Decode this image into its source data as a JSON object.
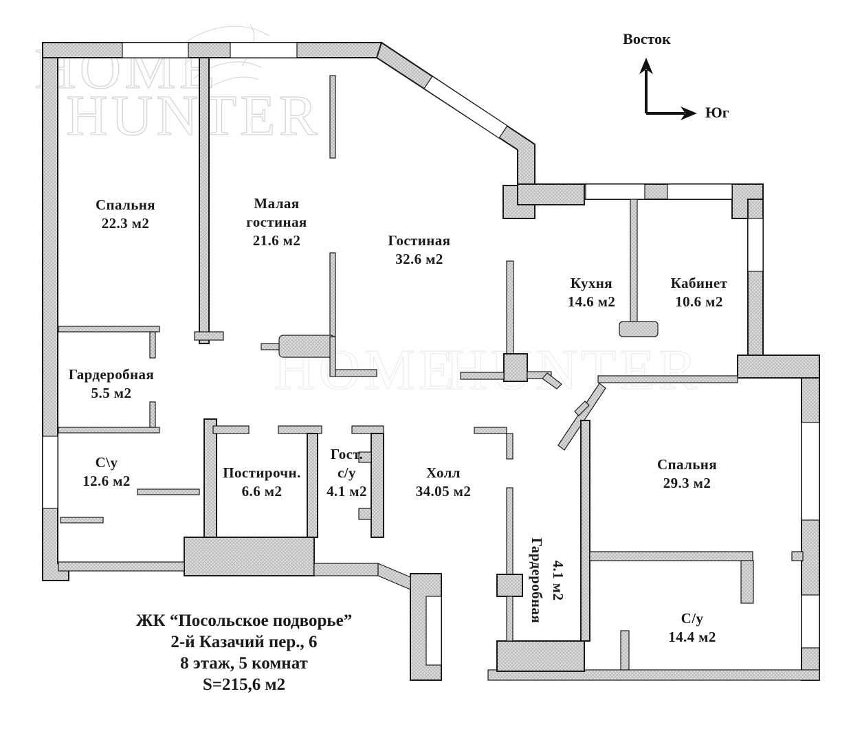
{
  "watermark": {
    "line1": "HOME",
    "line2": "HUNTER"
  },
  "compass": {
    "up": "Восток",
    "right": "Юг"
  },
  "rooms": [
    {
      "id": "bedroom-1",
      "lines": [
        "Спальня",
        "22.3 м2"
      ]
    },
    {
      "id": "small-living",
      "lines": [
        "Малая",
        "гостиная",
        "21.6 м2"
      ]
    },
    {
      "id": "living",
      "lines": [
        "Гостиная",
        "32.6 м2"
      ]
    },
    {
      "id": "kitchen",
      "lines": [
        "Кухня",
        "14.6 м2"
      ]
    },
    {
      "id": "study",
      "lines": [
        "Кабинет",
        "10.6 м2"
      ]
    },
    {
      "id": "wardrobe-1",
      "lines": [
        "Гардеробная",
        "5.5 м2"
      ]
    },
    {
      "id": "bathroom-1",
      "lines": [
        "С\\у",
        "12.6 м2"
      ]
    },
    {
      "id": "laundry",
      "lines": [
        "Постирочн.",
        "6.6 м2"
      ]
    },
    {
      "id": "guest-wc",
      "lines": [
        "Гост.",
        "с/у",
        "4.1 м2"
      ]
    },
    {
      "id": "hall",
      "lines": [
        "Холл",
        "34.05 м2"
      ]
    },
    {
      "id": "bedroom-2",
      "lines": [
        "Спальня",
        "29.3 м2"
      ]
    },
    {
      "id": "wardrobe-2",
      "lines": [
        "Гардеробная",
        "4.1 м2"
      ]
    },
    {
      "id": "bathroom-2",
      "lines": [
        "С/у",
        "14.4 м2"
      ]
    }
  ],
  "footer": {
    "lines": [
      "ЖК “Посольское подворье”",
      "2-й Казачий пер., 6",
      "8 этаж, 5 комнат",
      "S=215,6 м2"
    ]
  },
  "colors": {
    "wall_fill": "#e0e0e0",
    "wall_hatch": "#b2b2b2",
    "wall_stroke": "#1a1a1a",
    "text": "#1a1a1a",
    "watermark": "#d4d4d4",
    "background": "#ffffff"
  }
}
